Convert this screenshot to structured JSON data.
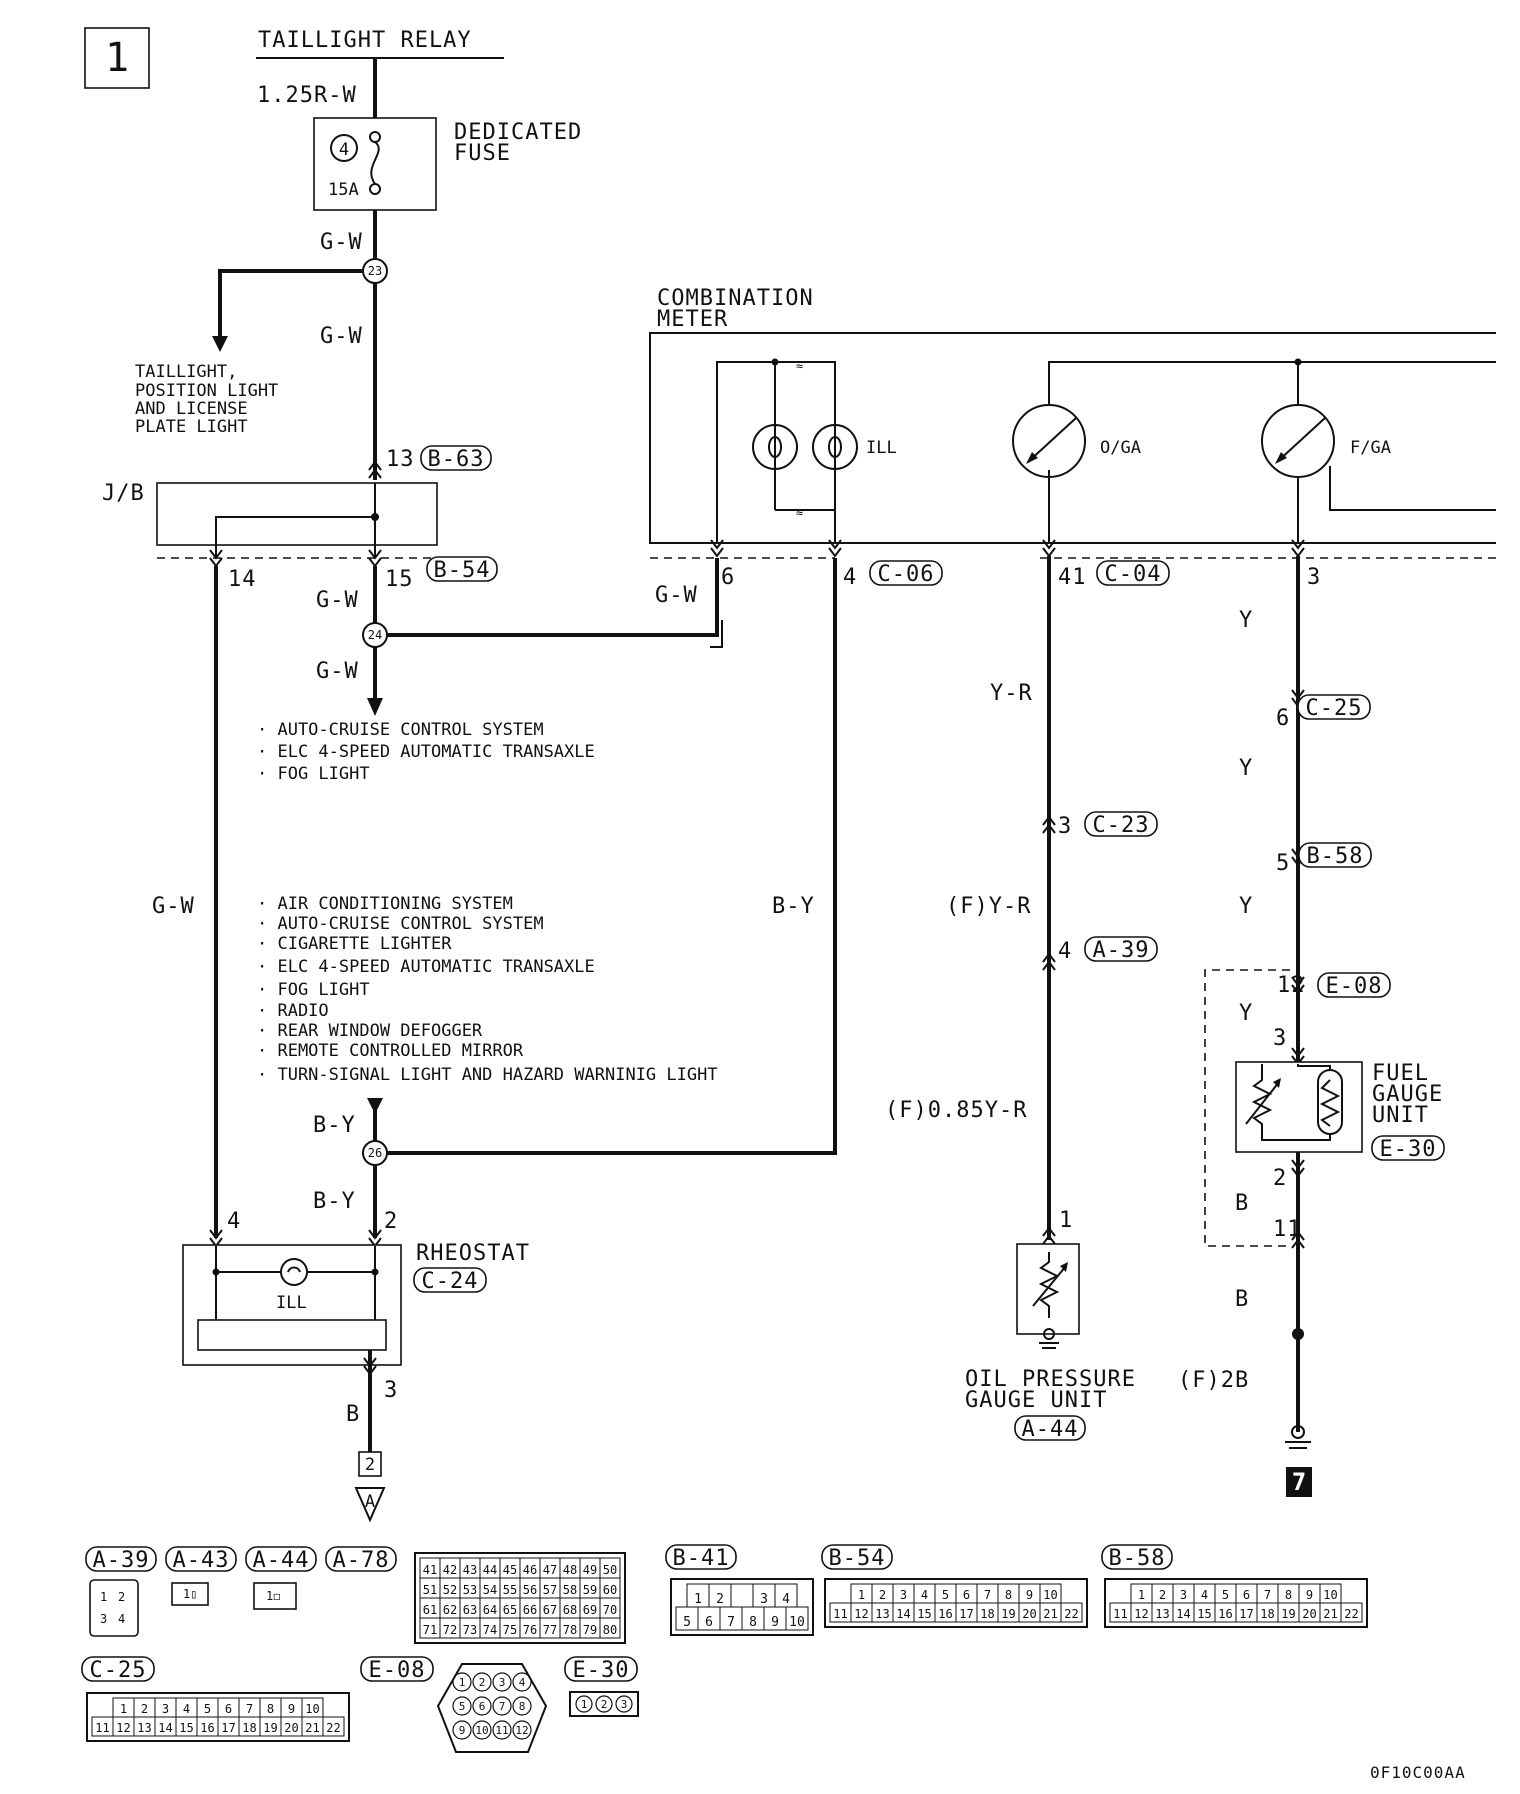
{
  "page_number": "1",
  "relay_title": "TAILLIGHT RELAY",
  "wires": {
    "w1": "1.25R-W",
    "w2": "G-W",
    "w3": "G-W",
    "w4": "G-W",
    "w5": "G-W",
    "w6": "G-W",
    "w7": "G-W",
    "w8": "B-Y",
    "w9": "B-Y",
    "w10": "B-Y",
    "w11": "B",
    "w12": "Y-R",
    "w13": "(F)Y-R",
    "w14": "(F)0.85Y-R",
    "w15": "Y",
    "w16": "Y",
    "w17": "Y",
    "w18": "Y",
    "w19": "B",
    "w20": "B",
    "w21": "(F)2B"
  },
  "fuse": {
    "title_line1": "DEDICATED",
    "title_line2": "FUSE",
    "number": "4",
    "rating": "15A"
  },
  "splices": {
    "s23": "23",
    "s24": "24",
    "s26": "26"
  },
  "taillight_dest": [
    "TAILLIGHT,",
    "POSITION LIGHT",
    "AND LICENSE",
    "PLATE LIGHT"
  ],
  "jb_label": "J/B",
  "pins": {
    "p13": "13",
    "p14": "14",
    "p15": "15",
    "p6": "6",
    "p4_meter": "4",
    "p41": "41",
    "p3_meter": "3",
    "p6_c25": "6",
    "p5_b58": "5",
    "p12_e08": "12",
    "p3_fuel": "3",
    "p2_fuel": "2",
    "p11": "11",
    "p3_c23": "3",
    "p4_a39": "4",
    "p1_oil": "1",
    "p4_rheo": "4",
    "p2_rheo": "2",
    "p3_rheo": "3"
  },
  "connectors": {
    "b63": "B-63",
    "b54": "B-54",
    "c06": "C-06",
    "c04": "C-04",
    "c25": "C-25",
    "b58": "B-58",
    "e08": "E-08",
    "e30": "E-30",
    "c23": "C-23",
    "a39": "A-39",
    "a44": "A-44",
    "c24": "C-24"
  },
  "meter": {
    "title_line1": "COMBINATION",
    "title_line2": "METER",
    "ill": "ILL",
    "oil_gauge": "O/GA",
    "fuel_gauge": "F/GA"
  },
  "dest_list_1": [
    "· AUTO-CRUISE CONTROL SYSTEM",
    "· ELC 4-SPEED AUTOMATIC TRANSAXLE",
    "· FOG LIGHT"
  ],
  "dest_list_2": [
    "· AIR CONDITIONING SYSTEM",
    "· AUTO-CRUISE CONTROL SYSTEM",
    "· CIGARETTE LIGHTER",
    "· ELC 4-SPEED AUTOMATIC TRANSAXLE",
    "· FOG LIGHT",
    "· RADIO",
    "· REAR WINDOW DEFOGGER",
    "· REMOTE CONTROLLED MIRROR",
    "· TURN-SIGNAL LIGHT AND HAZARD WARNINIG LIGHT"
  ],
  "rheostat": {
    "title": "RHEOSTAT",
    "ill": "ILL"
  },
  "fuel_unit": [
    "FUEL",
    "GAUGE",
    "UNIT"
  ],
  "oil_unit": [
    "OIL PRESSURE",
    "GAUGE UNIT"
  ],
  "ref_page": "2",
  "ref_letter": "A",
  "ground_ref": "7",
  "legend_labels": {
    "a39": "A-39",
    "a43": "A-43",
    "a44": "A-44",
    "a78": "A-78",
    "b41": "B-41",
    "b54": "B-54",
    "b58": "B-58",
    "c25": "C-25",
    "e08": "E-08",
    "e30": "E-30"
  },
  "a78_rows": [
    [
      "41",
      "42",
      "43",
      "44",
      "45",
      "46",
      "47",
      "48",
      "49",
      "50"
    ],
    [
      "51",
      "52",
      "53",
      "54",
      "55",
      "56",
      "57",
      "58",
      "59",
      "60"
    ],
    [
      "61",
      "62",
      "63",
      "64",
      "65",
      "66",
      "67",
      "68",
      "69",
      "70"
    ],
    [
      "71",
      "72",
      "73",
      "74",
      "75",
      "76",
      "77",
      "78",
      "79",
      "80"
    ]
  ],
  "b41_rows": [
    [
      "1",
      "2",
      "",
      "3",
      "4"
    ],
    [
      "5",
      "6",
      "7",
      "8",
      "9",
      "10"
    ]
  ],
  "c22_rows": [
    [
      "1",
      "2",
      "3",
      "4",
      "5",
      "6",
      "7",
      "8",
      "9",
      "10"
    ],
    [
      "11",
      "12",
      "13",
      "14",
      "15",
      "16",
      "17",
      "18",
      "19",
      "20",
      "21",
      "22"
    ]
  ],
  "a39_rows": [
    [
      "1",
      "2"
    ],
    [
      "3",
      "4"
    ]
  ],
  "e08_rows": [
    [
      "1",
      "2",
      "3",
      "4"
    ],
    [
      "5",
      "6",
      "7",
      "8"
    ],
    [
      "9",
      "10",
      "11",
      "12"
    ]
  ],
  "e30_pins": [
    "1",
    "2",
    "3"
  ],
  "code": "0F10C00AA"
}
